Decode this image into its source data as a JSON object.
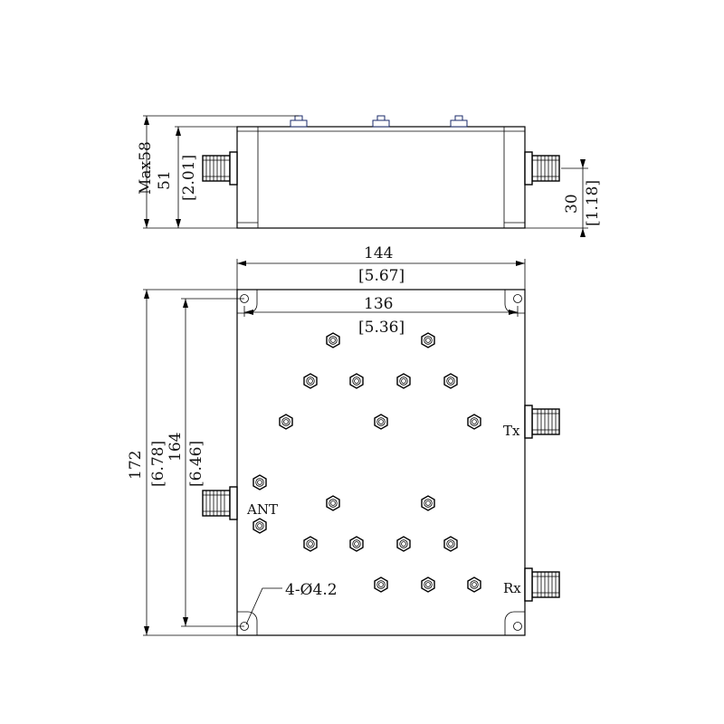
{
  "side_view": {
    "height_max": "Max58",
    "height": "51",
    "height_inch": "[2.01]",
    "connector_offset": "30",
    "connector_offset_inch": "[1.18]"
  },
  "top_view": {
    "width_overall": "144",
    "width_overall_inch": "[5.67]",
    "hole_spacing_x": "136",
    "hole_spacing_x_inch": "[5.36]",
    "length_overall": "172",
    "length_overall_inch": "[6.78]",
    "hole_spacing_y": "164",
    "hole_spacing_y_inch": "[6.46]",
    "mount_holes": "4-Ø4.2"
  },
  "ports": {
    "ant": "ANT",
    "tx": "Tx",
    "rx": "Rx"
  }
}
